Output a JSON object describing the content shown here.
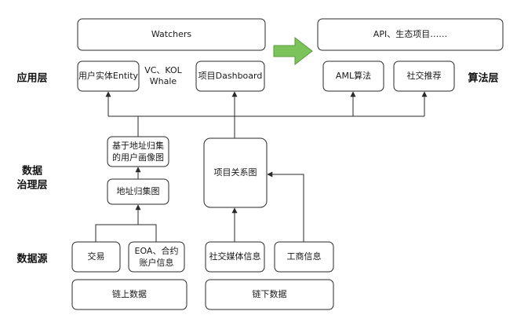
{
  "layers": {
    "application": "应用层",
    "governance_line1": "数据",
    "governance_line2": "治理层",
    "source": "数据源",
    "algorithm": "算法层"
  },
  "nodes": {
    "watchers": "Watchers",
    "api": "API、生态项目……",
    "user_entity": "用户实体Entity",
    "vc_kol_line1": "VC、KOL",
    "vc_kol_line2": "Whale",
    "project_dashboard": "项目Dashboard",
    "aml": "AML算法",
    "social_recommend": "社交推荐",
    "user_profile_line1": "基于地址归集",
    "user_profile_line2": "的用户画像图",
    "address_cluster": "地址归集图",
    "project_relation": "项目关系图",
    "transaction": "交易",
    "eoa_line1": "EOA、合约",
    "eoa_line2": "账户信息",
    "social_media": "社交媒体信息",
    "business": "工商信息",
    "onchain": "链上数据",
    "offchain": "链下数据"
  },
  "colors": {
    "flow_arrow_fill": "#7cc35a",
    "flow_arrow_stroke": "#5a9a3e",
    "stroke": "#2a2a2a"
  }
}
